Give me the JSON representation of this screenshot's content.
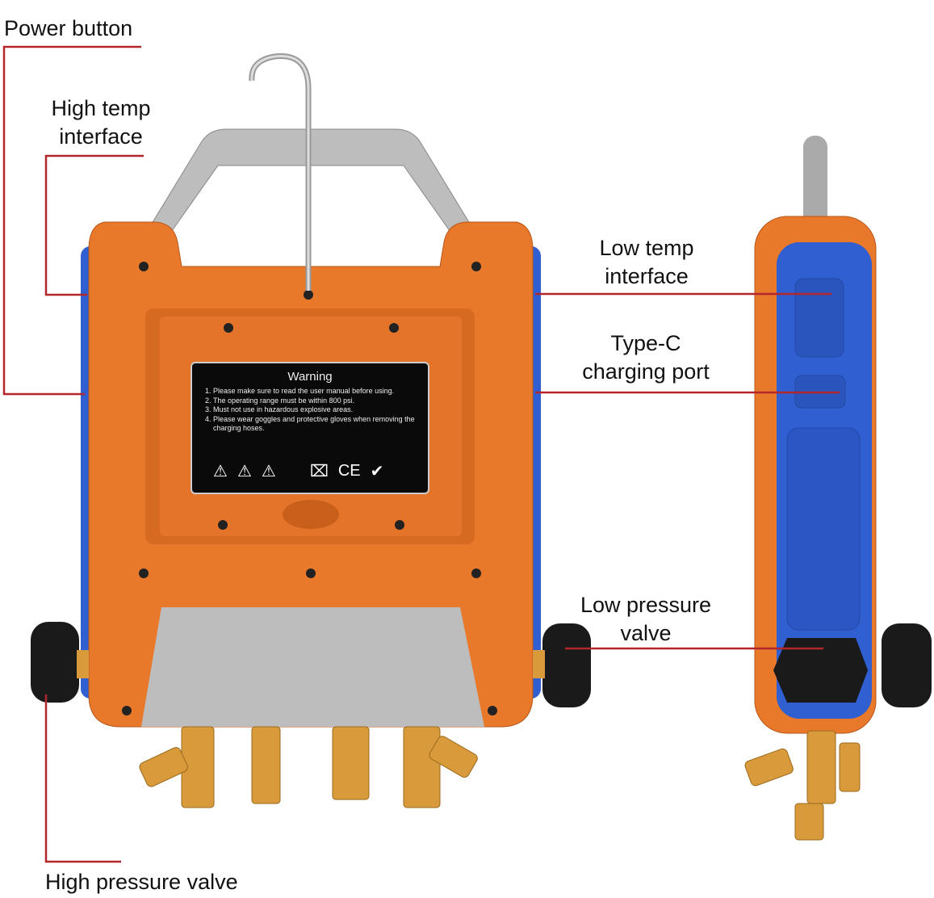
{
  "labels": {
    "power_button": "Power button",
    "high_temp_interface": [
      "High temp",
      "interface"
    ],
    "low_temp_interface": [
      "Low temp",
      "interface"
    ],
    "type_c_port": [
      "Type-C",
      "charging port"
    ],
    "low_pressure_valve": [
      "Low pressure",
      "valve"
    ],
    "high_pressure_valve": "High pressure valve"
  },
  "warning_label": {
    "title": "Warning",
    "items": [
      "Please make sure to read the user manual before using.",
      "The operating range must be within 800 psi.",
      "Must not use in hazardous explosive areas.",
      "Please wear goggles and protective gloves when removing the charging hoses."
    ],
    "symbols": [
      "fire-hazard-icon",
      "electric-hazard-icon",
      "hand-hazard-icon",
      "weee-bin-icon",
      "ce-mark-icon",
      "rohs-icon"
    ]
  },
  "colors": {
    "body": "#e8782a",
    "side": "#2f5fd0",
    "leader": "#b3262b",
    "handle": "#b8b8b8",
    "brass": "#d89a3a"
  }
}
